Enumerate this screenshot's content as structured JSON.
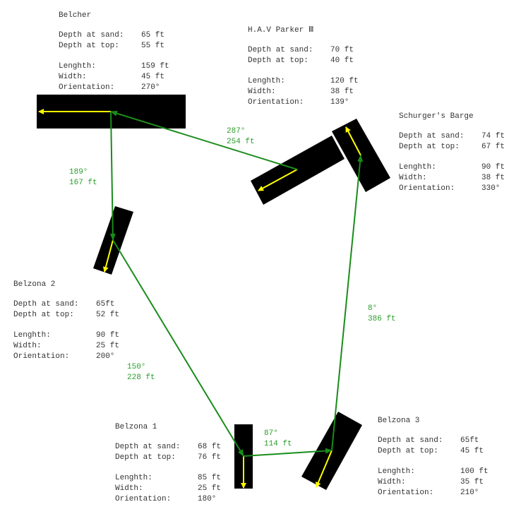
{
  "field_labels": {
    "depth_sand": "Depth at sand:",
    "depth_top": "Depth at top:",
    "length": "Lenghth:",
    "width": "Width:",
    "orientation": "Orientation:"
  },
  "colors": {
    "hull": "#000000",
    "heading": "#ffff00",
    "route": "#1a8c1a",
    "route_text": "#2a9d2a"
  },
  "wrecks": [
    {
      "id": "belcher",
      "name": "Belcher",
      "depth_sand": "65 ft",
      "depth_top": "55 ft",
      "length": "159 ft",
      "width": "45 ft",
      "orientation": "270°"
    },
    {
      "id": "parker",
      "name": "H.A.V Parker Ⅲ",
      "depth_sand": "70 ft",
      "depth_top": "40 ft",
      "length": "120 ft",
      "width": "38 ft",
      "orientation": "139°"
    },
    {
      "id": "schurger",
      "name": "Schurger's Barge",
      "depth_sand": "74 ft",
      "depth_top": "67 ft",
      "length": "90 ft",
      "width": "38 ft",
      "orientation": "330°"
    },
    {
      "id": "belzona2",
      "name": "Belzona 2",
      "depth_sand": "65ft",
      "depth_top": "52 ft",
      "length": "90 ft",
      "width": "25 ft",
      "orientation": "200°"
    },
    {
      "id": "belzona1",
      "name": "Belzona 1",
      "depth_sand": "68 ft",
      "depth_top": "76 ft",
      "length": "85 ft",
      "width": "25 ft",
      "orientation": "180°"
    },
    {
      "id": "belzona3",
      "name": "Belzona 3",
      "depth_sand": "65ft",
      "depth_top": "45 ft",
      "length": "100 ft",
      "width": "35 ft",
      "orientation": "210°"
    }
  ],
  "routes": [
    {
      "from": "parker",
      "to": "belcher",
      "bearing": "287°",
      "distance": "254 ft"
    },
    {
      "from": "belcher",
      "to": "belzona2",
      "bearing": "189°",
      "distance": "167 ft"
    },
    {
      "from": "belzona2",
      "to": "belzona1",
      "bearing": "150°",
      "distance": "228 ft"
    },
    {
      "from": "belzona1",
      "to": "belzona3",
      "bearing": "87°",
      "distance": "114 ft"
    },
    {
      "from": "belzona3",
      "to": "schurger",
      "bearing": "8°",
      "distance": "386 ft"
    }
  ]
}
